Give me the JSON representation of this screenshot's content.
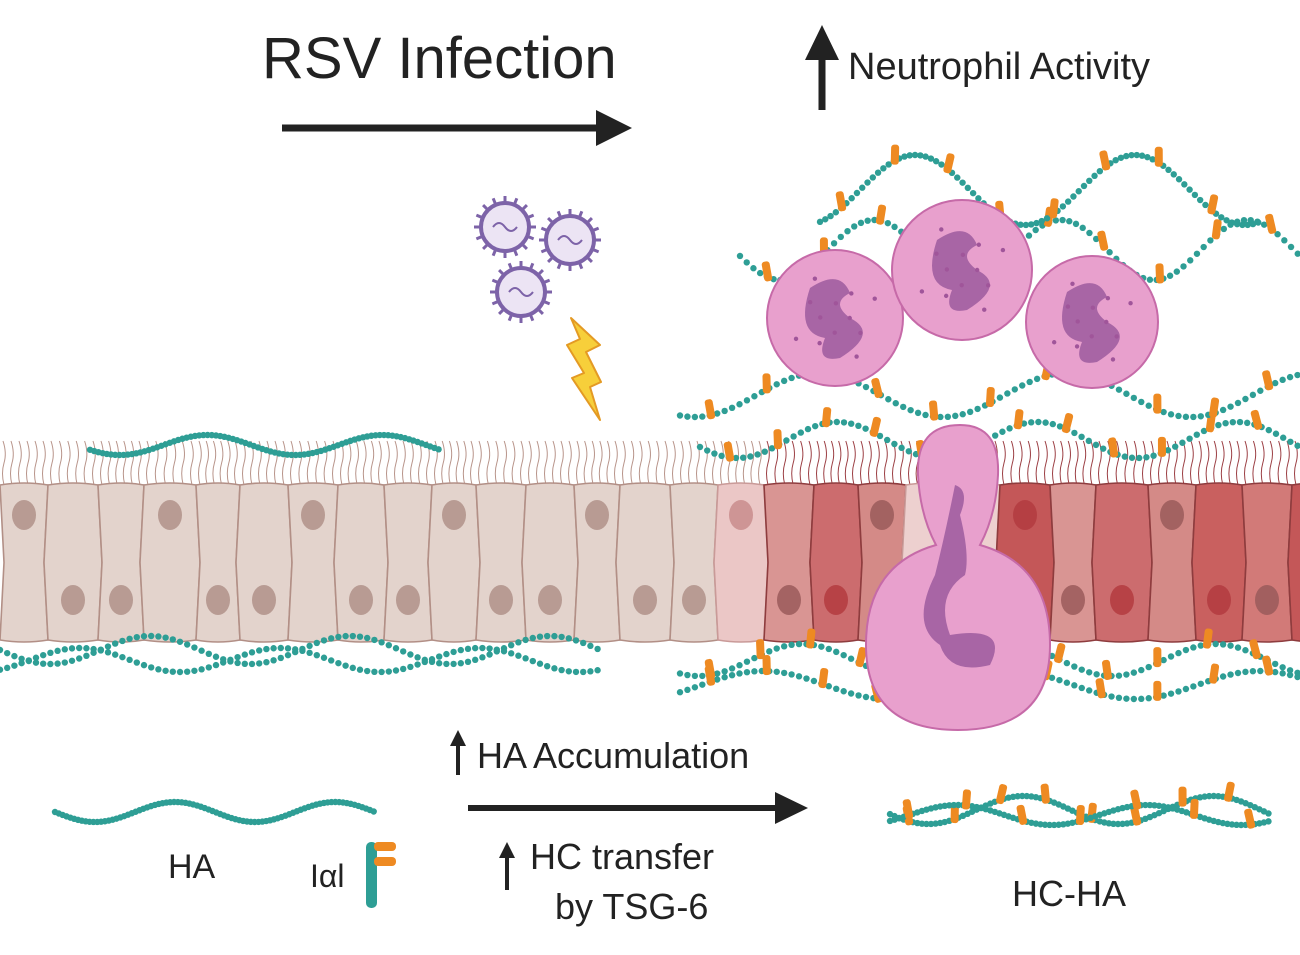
{
  "colors": {
    "ha_strand": "#2e9e95",
    "hc_bar": "#ee8a22",
    "healthy_cell": "#e3d3cc",
    "inflamed_cell": "#cc6c6e",
    "neutrophil": "#e8a0cd",
    "neutrophil_nucleus": "#9c5a9e",
    "virus": "#7d63a8",
    "lightning": "#f6c838",
    "arrow": "#222222"
  },
  "labels": {
    "title": "RSV Infection",
    "neutrophil_activity": "Neutrophil Activity",
    "ha_accumulation": "HA Accumulation",
    "hc_transfer_line1": "HC transfer",
    "hc_transfer_line2": "by TSG-6",
    "legend_ha": "HA",
    "legend_iai": "Iαl",
    "legend_hcha": "HC-HA"
  },
  "icons": [
    "up-arrow-icon",
    "right-arrow-icon",
    "virus-icon",
    "lightning-icon",
    "neutrophil-icon",
    "epithelial-cell-icon",
    "ha-strand-icon",
    "iai-icon"
  ]
}
